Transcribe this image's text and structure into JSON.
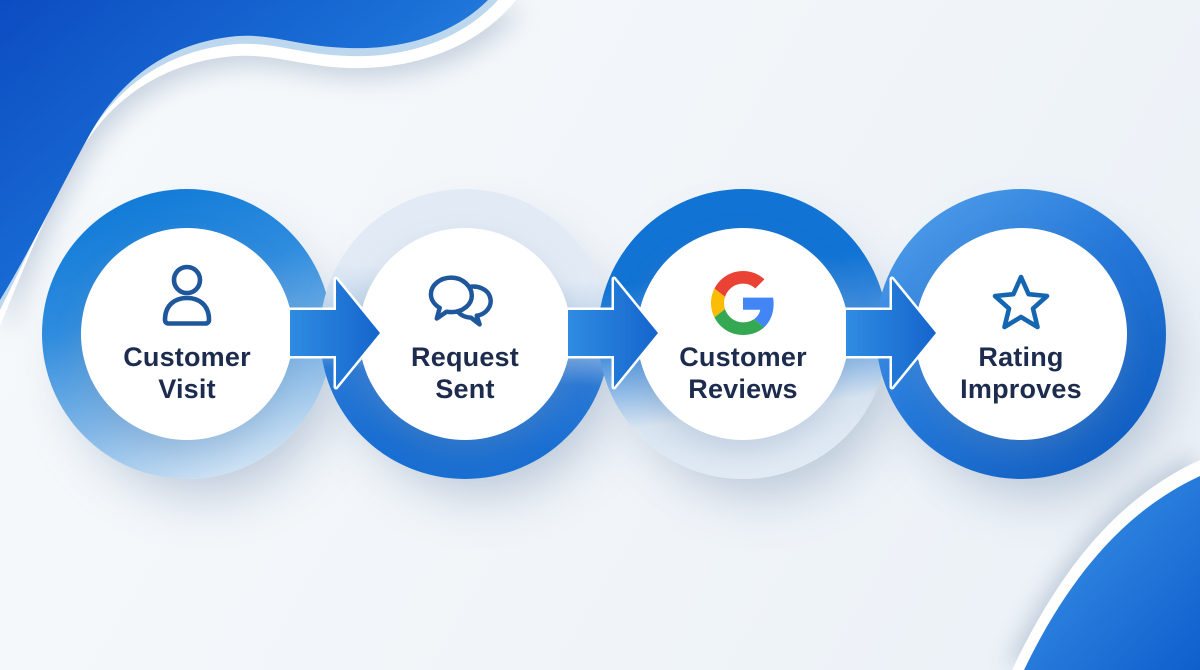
{
  "diagram": {
    "type": "process-flow",
    "direction": "left-to-right",
    "steps": [
      {
        "icon": "person-icon",
        "line1": "Customer",
        "line2": "Visit"
      },
      {
        "icon": "chat-bubbles-icon",
        "line1": "Request",
        "line2": "Sent"
      },
      {
        "icon": "google-logo-icon",
        "line1": "Customer",
        "line2": "Reviews"
      },
      {
        "icon": "star-icon",
        "line1": "Rating",
        "line2": "Improves"
      }
    ],
    "colors": {
      "primary_blue": "#1a73d8",
      "deep_corner_blue": "#0d4fc4",
      "pale_ring": "#dde8f3",
      "label_navy": "#1d2c4e",
      "icon_stroke": "#1f579c",
      "google_red": "#EA4335",
      "google_blue": "#4285F4",
      "google_yellow": "#FBBC05",
      "google_green": "#34A853"
    }
  }
}
